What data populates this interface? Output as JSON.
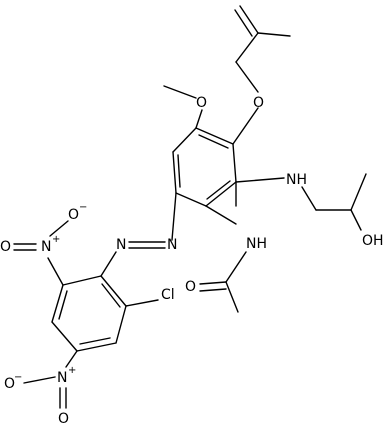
{
  "molecule": {
    "labels": {
      "methoxy_o": "O",
      "ether_o": "O",
      "sec_amine_nh": "NH",
      "hydroxyl_oh": "OH",
      "azo_n_upper": "N",
      "azo_n_lower": "N",
      "amide_nh": "NH",
      "carbonyl_o": "O",
      "chloro": "Cl",
      "nitro_n_upper": "N",
      "nitro_n_upper_charge": "+",
      "nitro_o_upper_minus": "O",
      "nitro_o_upper_minus_charge": "−",
      "nitro_n_lower": "N",
      "nitro_n_lower_charge": "+",
      "nitro_o_lower_minus": "O",
      "nitro_o_lower_minus_charge": "−"
    }
  }
}
